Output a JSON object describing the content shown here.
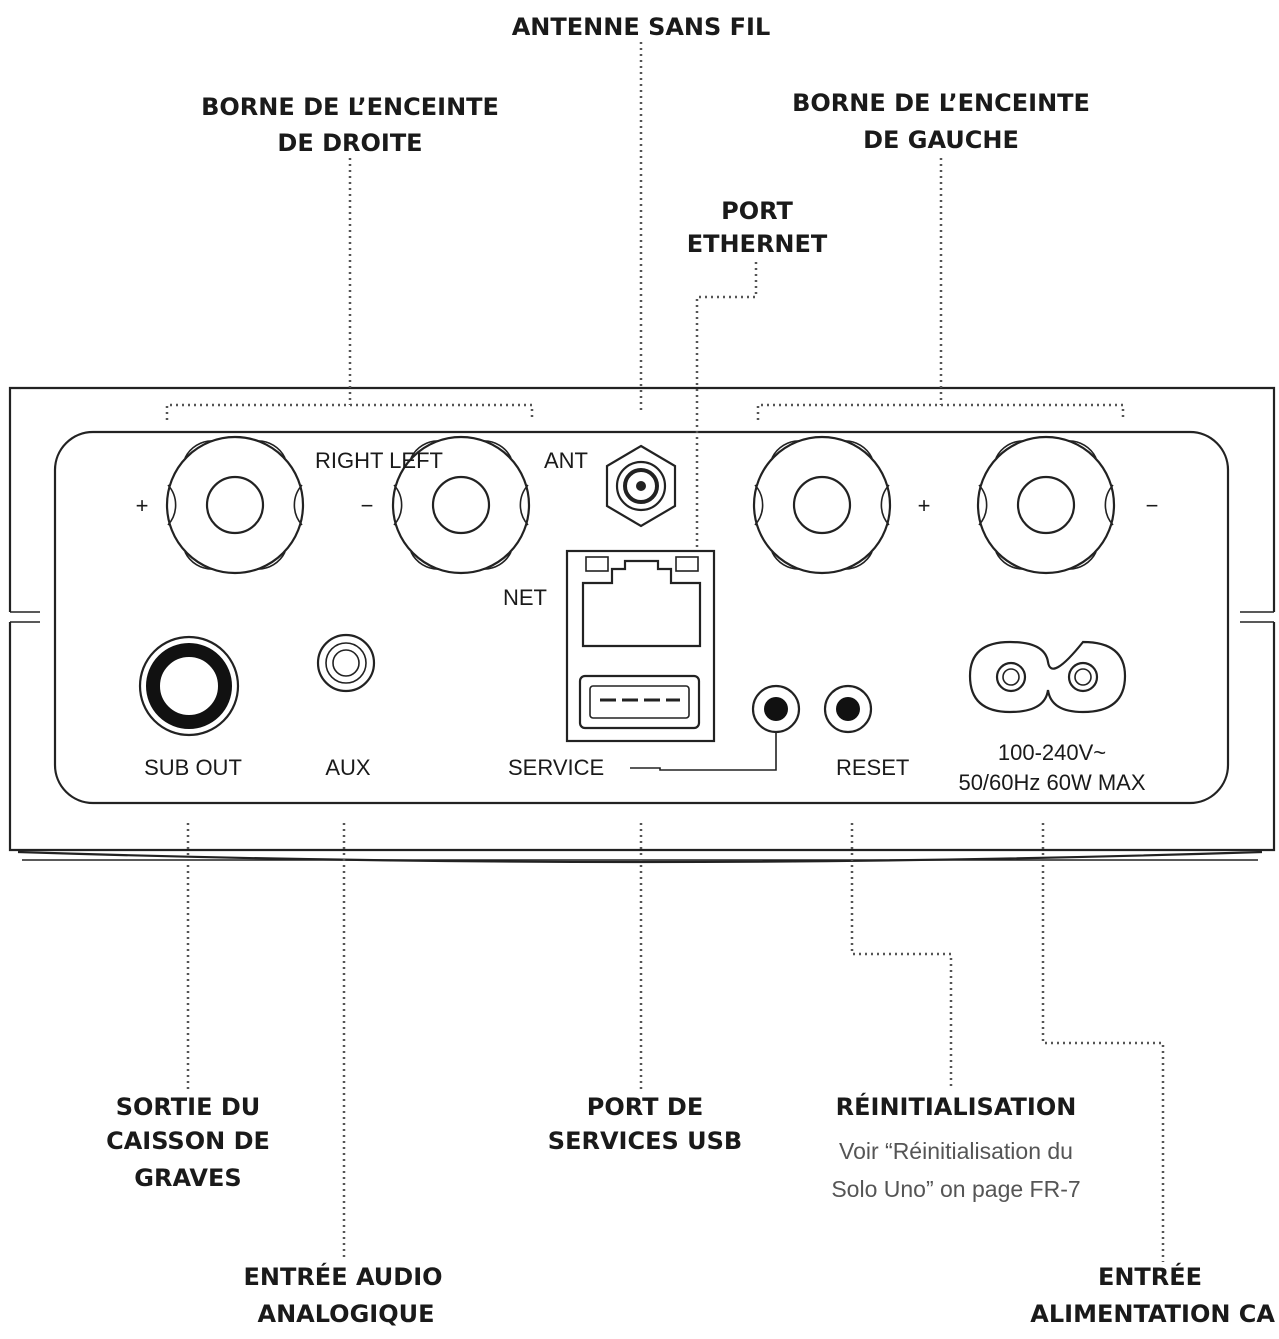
{
  "callouts": {
    "antenna": "ANTENNE SANS FIL",
    "right_terminal": [
      "BORNE DE L’ENCEINTE",
      "DE DROITE"
    ],
    "left_terminal": [
      "BORNE DE L’ENCEINTE",
      "DE GAUCHE"
    ],
    "ethernet": [
      "PORT",
      "ETHERNET"
    ],
    "sub_out": [
      "SORTIE DU",
      "CAISSON DE",
      "GRAVES"
    ],
    "usb": [
      "PORT DE",
      "SERVICES USB"
    ],
    "reset": "RÉINITIALISATION",
    "reset_note": [
      "Voir “Réinitialisation du",
      "Solo Uno” on page FR-7"
    ],
    "aux": [
      "ENTRÉE AUDIO",
      "ANALOGIQUE"
    ],
    "power": [
      "ENTRÉE",
      "ALIMENTATION CA"
    ]
  },
  "panel": {
    "right_left": "RIGHT LEFT",
    "ant": "ANT",
    "net": "NET",
    "plus": "+",
    "minus": "−",
    "sub_out": "SUB OUT",
    "aux": "AUX",
    "service": "SERVICE",
    "reset": "RESET",
    "power_rating": [
      "100-240V~",
      "50/60Hz 60W MAX"
    ]
  }
}
